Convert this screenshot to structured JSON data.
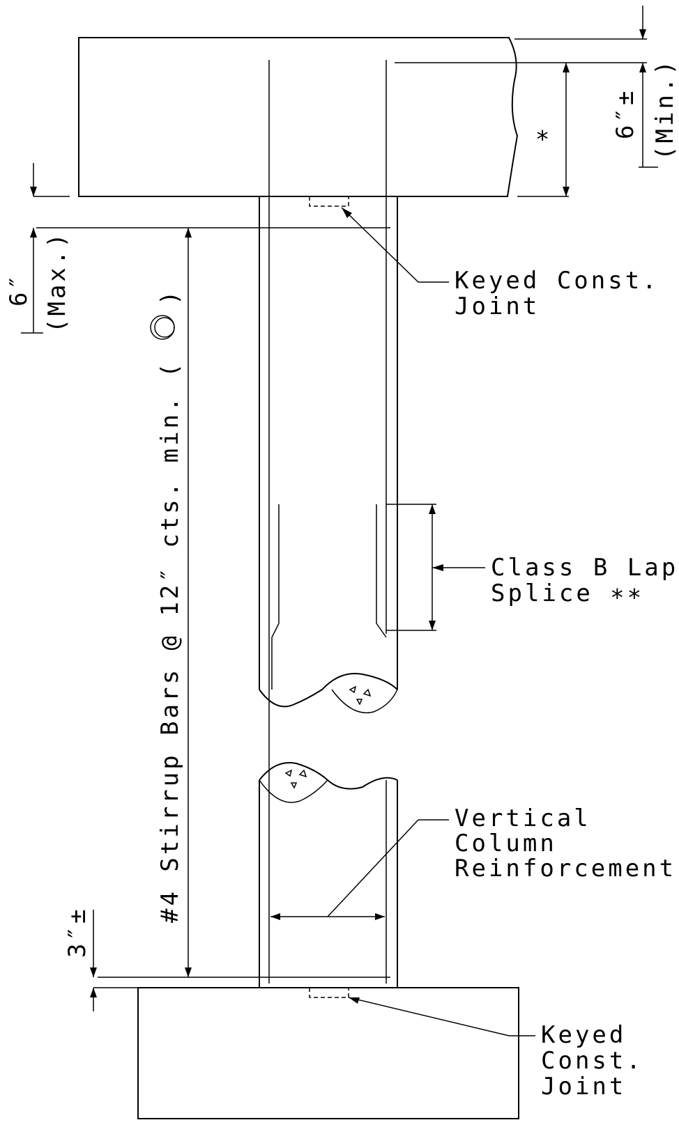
{
  "labels": {
    "keyed_joint_top_1": "Keyed Const.",
    "keyed_joint_top_2": "Joint",
    "lap_splice_1": "Class B Lap",
    "lap_splice_2": "Splice ∗∗",
    "vertical_reinf_1": "Vertical",
    "vertical_reinf_2": "Column",
    "vertical_reinf_3": "Reinforcement",
    "keyed_joint_bot_1": "Keyed",
    "keyed_joint_bot_2": "Const.",
    "keyed_joint_bot_3": "Joint",
    "stirrup_dim": "#4 Stirrup Bars @ 12″ cts. min. (",
    "stirrup_dim_close": ")",
    "max_dim": "6″",
    "max_dim_note": "(Max.)",
    "min_dim": "6″±",
    "min_dim_note": "(Min.)",
    "base_dim": "3″±",
    "asterisk": "∗"
  }
}
